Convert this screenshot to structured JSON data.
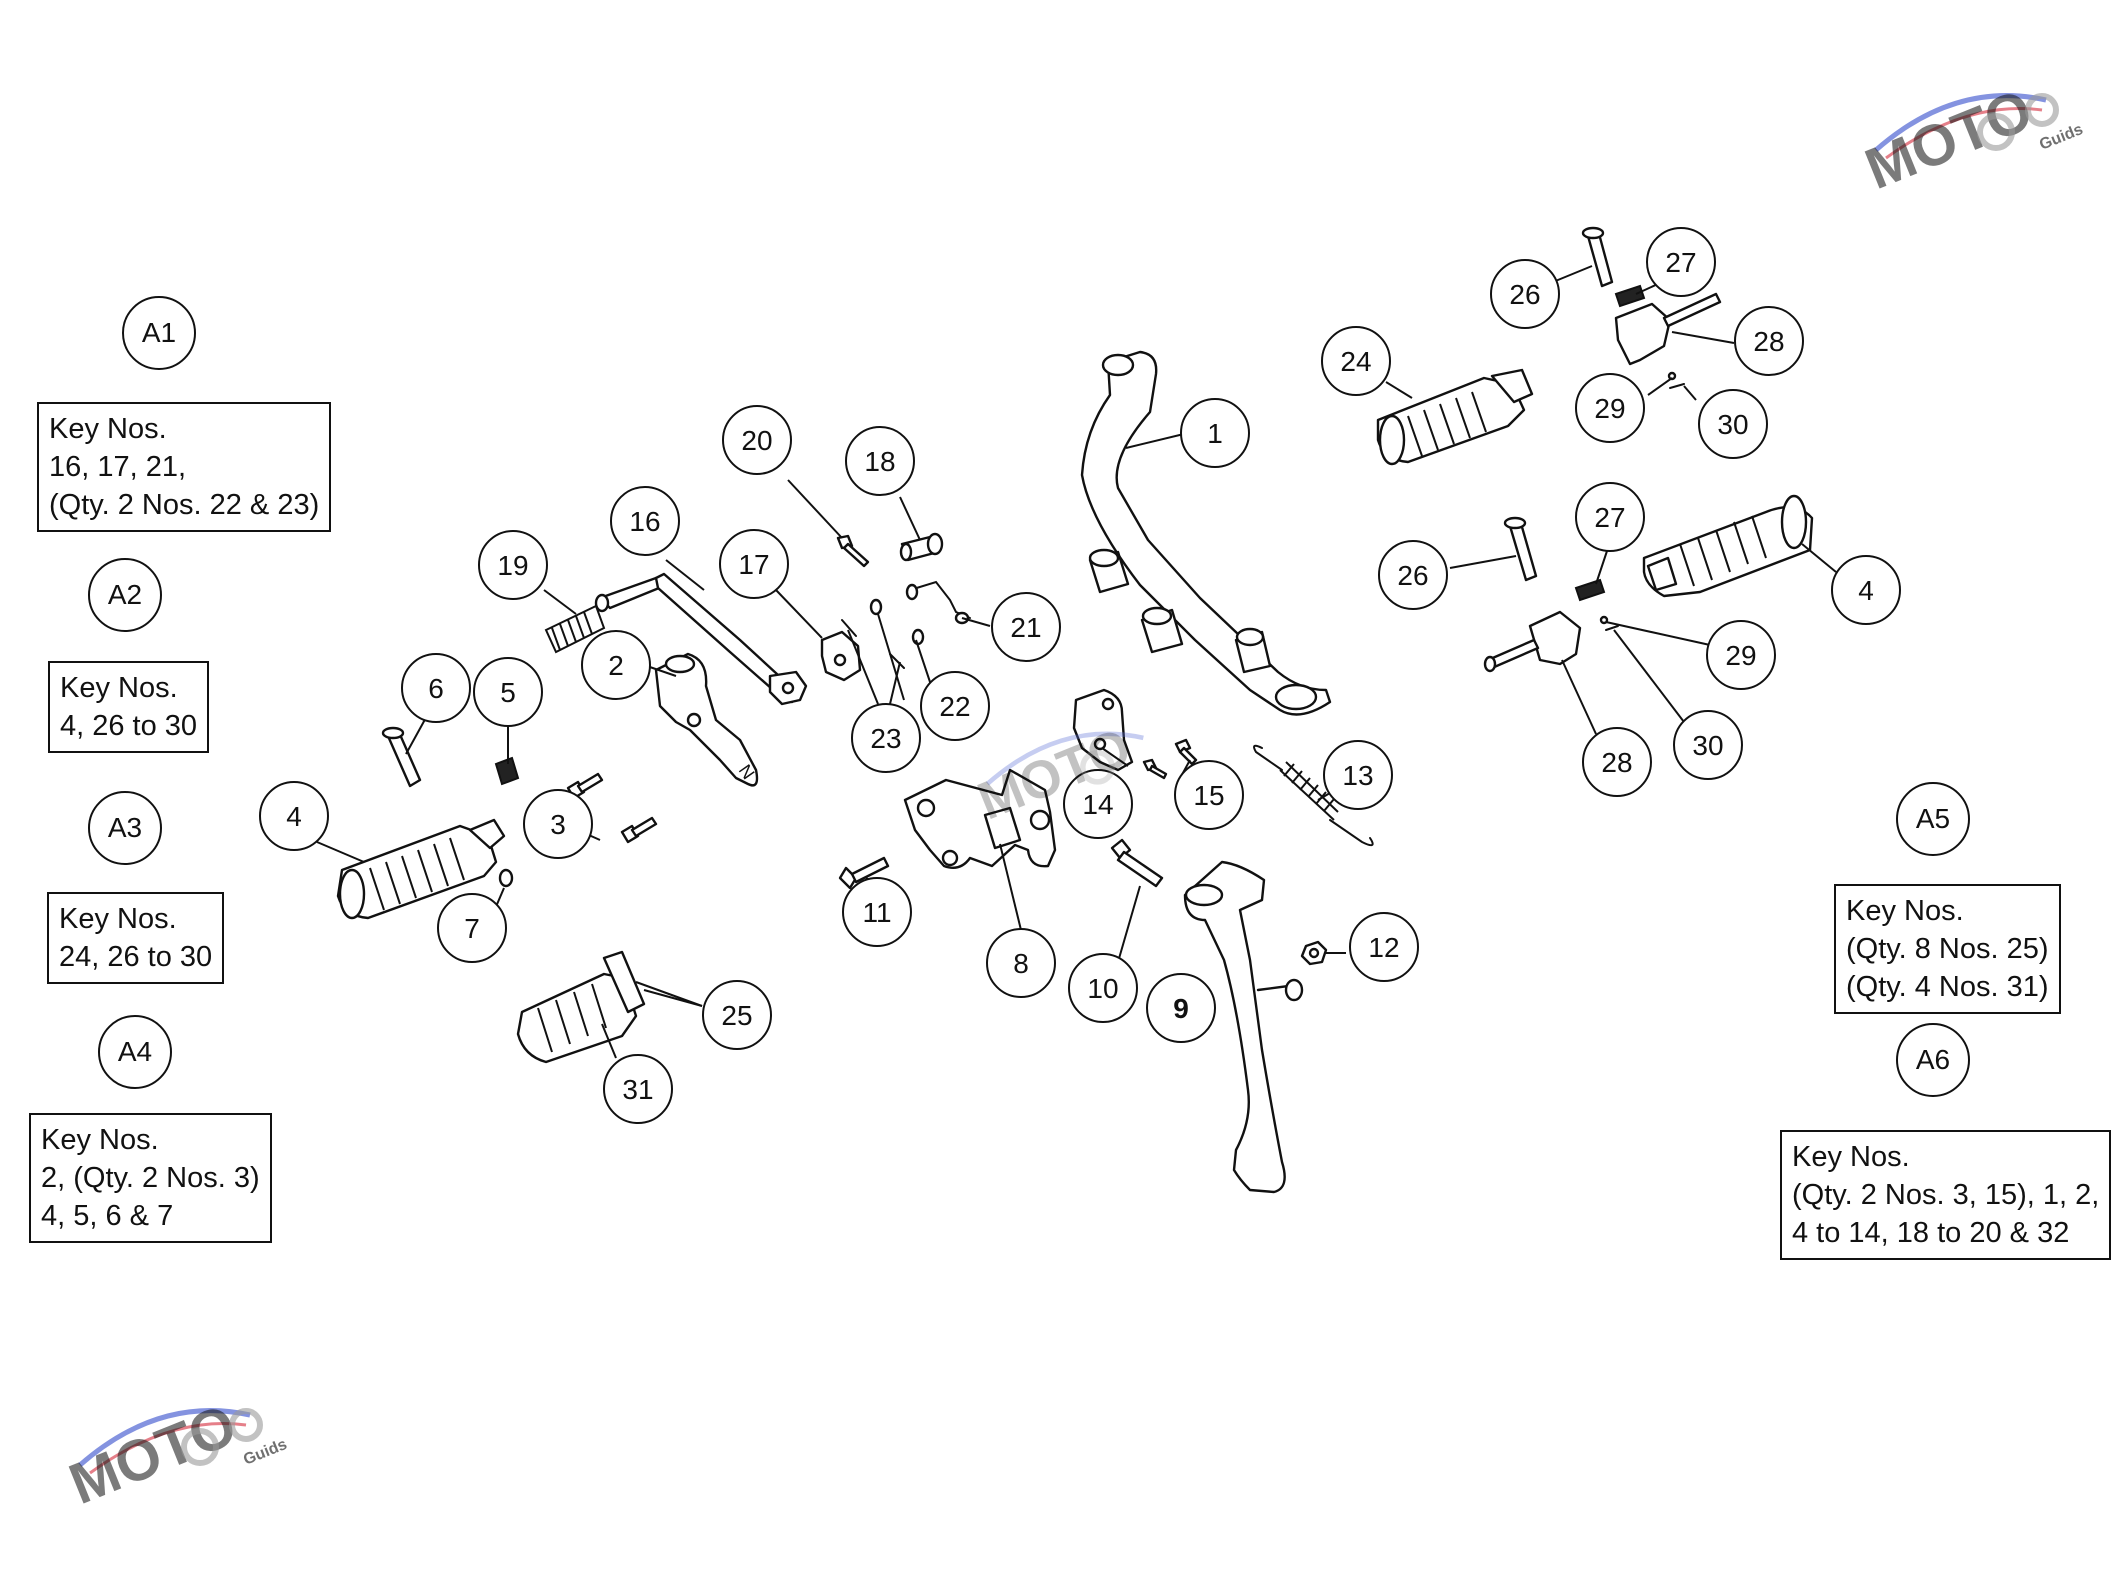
{
  "kits": [
    {
      "id": "A1",
      "lines": [
        "Key Nos.",
        "16, 17, 21,",
        "(Qty. 2 Nos. 22 & 23)"
      ]
    },
    {
      "id": "A2",
      "lines": [
        "Key Nos.",
        "4, 26 to 30"
      ]
    },
    {
      "id": "A3",
      "lines": [
        "Key Nos.",
        "24, 26 to 30"
      ]
    },
    {
      "id": "A4",
      "lines": [
        "Key Nos.",
        "2, (Qty. 2 Nos. 3)",
        "4, 5, 6 & 7"
      ]
    },
    {
      "id": "A5",
      "lines": [
        "Key Nos.",
        "(Qty. 8 Nos. 25)",
        "(Qty. 4 Nos. 31)"
      ]
    },
    {
      "id": "A6",
      "lines": [
        "Key Nos.",
        "(Qty. 2 Nos. 3, 15), 1, 2,",
        "4 to 14, 18 to 20 & 32"
      ]
    }
  ],
  "callouts": [
    "1",
    "2",
    "3",
    "4",
    "4",
    "5",
    "6",
    "7",
    "8",
    "9",
    "10",
    "11",
    "12",
    "13",
    "14",
    "15",
    "16",
    "17",
    "18",
    "19",
    "20",
    "21",
    "22",
    "23",
    "24",
    "25",
    "26",
    "26",
    "27",
    "27",
    "28",
    "28",
    "29",
    "29",
    "30",
    "30",
    "31"
  ],
  "watermark": {
    "text": "MOTO",
    "subtext": "Guids",
    "colors": {
      "arc": "#5b6fd6",
      "accent": "#d42a3a",
      "gear": "#9a9a9a"
    }
  }
}
